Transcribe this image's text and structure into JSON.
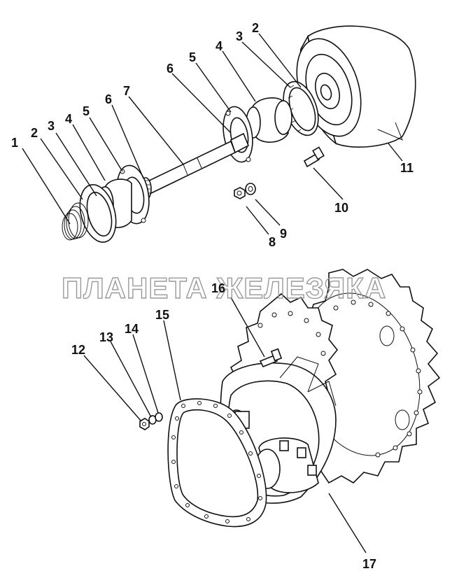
{
  "watermark": "ПЛАНЕТА ЖЕЛЕЗЯКА",
  "callouts": {
    "c1": "1",
    "c2a": "2",
    "c3a": "3",
    "c4a": "4",
    "c5a": "5",
    "c6a": "6",
    "c7": "7",
    "c2b": "2",
    "c3b": "3",
    "c4b": "4",
    "c5b": "5",
    "c6b": "6",
    "c8": "8",
    "c9": "9",
    "c10": "10",
    "c11": "11",
    "c12": "12",
    "c13": "13",
    "c14": "14",
    "c15": "15",
    "c16": "16",
    "c17": "17"
  }
}
